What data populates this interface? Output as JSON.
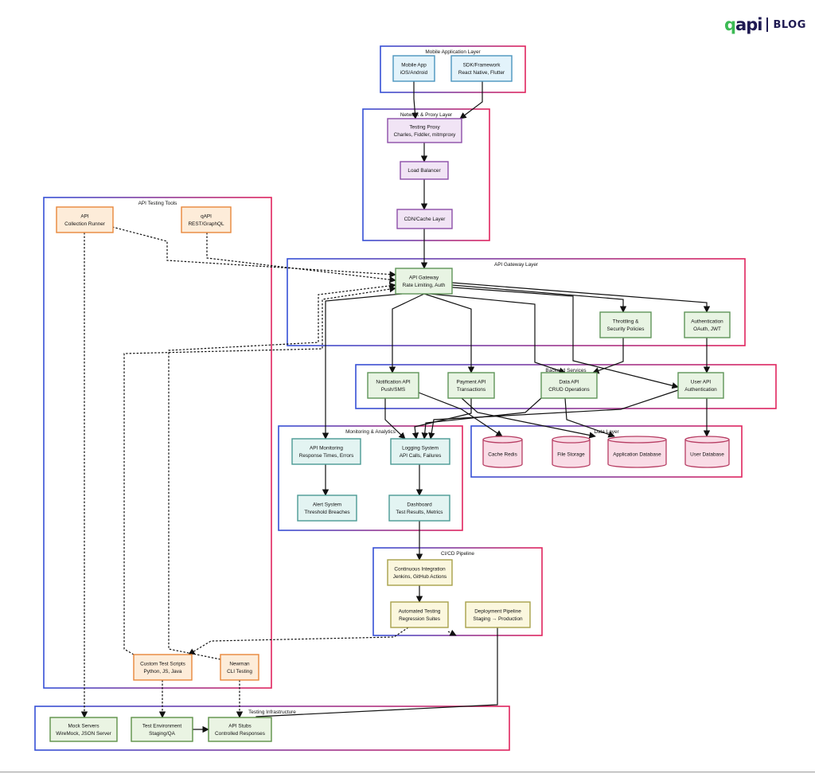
{
  "brand": {
    "logo_q": "q",
    "logo_rest": "api",
    "blog": "BLOG"
  },
  "colors": {
    "mobile": {
      "fill": "#e3f3fb",
      "stroke": "#4a95be"
    },
    "proxy": {
      "fill": "#f1e4f5",
      "stroke": "#8d4ea8"
    },
    "gateway": {
      "fill": "#e8f4e3",
      "stroke": "#5f9558"
    },
    "tools": {
      "fill": "#fdecd9",
      "stroke": "#e8873a"
    },
    "monitor": {
      "fill": "#e3f4f2",
      "stroke": "#4a9a94"
    },
    "db": {
      "fill": "#f9dce6",
      "stroke": "#b73d63"
    },
    "cicd": {
      "fill": "#fbf7de",
      "stroke": "#a8a14a"
    },
    "infra": {
      "fill": "#eaf4e3",
      "stroke": "#5d9148"
    }
  },
  "groups": [
    {
      "id": "mobile",
      "label": "Mobile Application Layer"
    },
    {
      "id": "proxy",
      "label": "Network & Proxy Layer"
    },
    {
      "id": "tools",
      "label": "API Testing Tools"
    },
    {
      "id": "gateway",
      "label": "API Gateway Layer"
    },
    {
      "id": "backend",
      "label": "Backend Services"
    },
    {
      "id": "monitor",
      "label": "Monitoring & Analytics"
    },
    {
      "id": "data",
      "label": "Data Layer"
    },
    {
      "id": "cicd",
      "label": "CI/CD Pipeline"
    },
    {
      "id": "infra",
      "label": "Testing Infrastructure"
    }
  ],
  "nodes": [
    {
      "id": "mobile_app",
      "style": "mobile",
      "lines": [
        "Mobile App",
        "iOS/Android"
      ]
    },
    {
      "id": "sdk",
      "style": "mobile",
      "lines": [
        "SDK/Framework",
        "React Native, Flutter"
      ]
    },
    {
      "id": "proxy",
      "style": "proxy",
      "lines": [
        "Testing Proxy",
        "Charles, Fiddler, mitmproxy"
      ]
    },
    {
      "id": "lb",
      "style": "proxy",
      "lines": [
        "Load Balancer"
      ]
    },
    {
      "id": "cdn",
      "style": "proxy",
      "lines": [
        "CDN/Cache Layer"
      ]
    },
    {
      "id": "collection",
      "style": "tools",
      "lines": [
        "API",
        "Collection Runner"
      ]
    },
    {
      "id": "qapi",
      "style": "tools",
      "lines": [
        "qAPI",
        "REST/GraphQL"
      ]
    },
    {
      "id": "gateway",
      "style": "gateway",
      "lines": [
        "API Gateway",
        "Rate Limiting, Auth"
      ]
    },
    {
      "id": "throttle",
      "style": "gateway",
      "lines": [
        "Throttling &",
        "Security Policies"
      ]
    },
    {
      "id": "authn",
      "style": "gateway",
      "lines": [
        "Authentication",
        "OAuth, JWT"
      ]
    },
    {
      "id": "notif",
      "style": "gateway",
      "lines": [
        "Notification API",
        "Push/SMS"
      ]
    },
    {
      "id": "payment",
      "style": "gateway",
      "lines": [
        "Payment API",
        "Transactions"
      ]
    },
    {
      "id": "dataapi",
      "style": "gateway",
      "lines": [
        "Data API",
        "CRUD Operations"
      ]
    },
    {
      "id": "userapi",
      "style": "gateway",
      "lines": [
        "User API",
        "Authentication"
      ]
    },
    {
      "id": "apimon",
      "style": "monitor",
      "lines": [
        "API Monitoring",
        "Response Times, Errors"
      ]
    },
    {
      "id": "logging",
      "style": "monitor",
      "lines": [
        "Logging System",
        "API Calls, Failures"
      ]
    },
    {
      "id": "alert",
      "style": "monitor",
      "lines": [
        "Alert System",
        "Threshold Breaches"
      ]
    },
    {
      "id": "dashboard",
      "style": "monitor",
      "lines": [
        "Dashboard",
        "Test Results, Metrics"
      ]
    },
    {
      "id": "redis",
      "style": "db",
      "lines": [
        "Cache Redis"
      ]
    },
    {
      "id": "files",
      "style": "db",
      "lines": [
        "File Storage"
      ]
    },
    {
      "id": "appdb",
      "style": "db",
      "lines": [
        "Application Database"
      ]
    },
    {
      "id": "userdb",
      "style": "db",
      "lines": [
        "User Database"
      ]
    },
    {
      "id": "ci",
      "style": "cicd",
      "lines": [
        "Continuous Integration",
        "Jenkins, GitHub Actions"
      ]
    },
    {
      "id": "autotest",
      "style": "cicd",
      "lines": [
        "Automated Testing",
        "Regression Suites"
      ]
    },
    {
      "id": "deploy",
      "style": "cicd",
      "lines": [
        "Deployment Pipeline",
        "Staging → Production"
      ]
    },
    {
      "id": "scripts",
      "style": "tools",
      "lines": [
        "Custom Test Scripts",
        "Python, JS, Java"
      ]
    },
    {
      "id": "newman",
      "style": "tools",
      "lines": [
        "Newman",
        "CLI Testing"
      ]
    },
    {
      "id": "mock",
      "style": "infra",
      "lines": [
        "Mock Servers",
        "WireMock, JSON Server"
      ]
    },
    {
      "id": "testenv",
      "style": "infra",
      "lines": [
        "Test Environment",
        "Staging/QA"
      ]
    },
    {
      "id": "stubs",
      "style": "infra",
      "lines": [
        "API Stubs",
        "Controlled Responses"
      ]
    }
  ]
}
